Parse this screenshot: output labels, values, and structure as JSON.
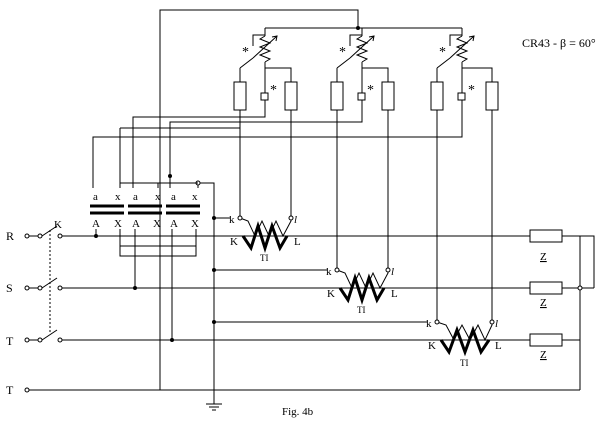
{
  "title_text": "CR43 - β = 60°",
  "caption": "Fig. 4b",
  "phases": {
    "R": "R",
    "S": "S",
    "T": "T",
    "T_bottom": "T"
  },
  "switch_label": "K",
  "transformer": {
    "top_labels": [
      "a",
      "x",
      "a",
      "x",
      "a",
      "x"
    ],
    "bottom_labels": [
      "A",
      "X",
      "A",
      "X",
      "A",
      "X"
    ]
  },
  "current_transformers": [
    {
      "k": "k",
      "l": "l",
      "K": "K",
      "L": "L",
      "name": "TI"
    },
    {
      "k": "k",
      "l": "l",
      "K": "K",
      "L": "L",
      "name": "TI"
    },
    {
      "k": "k",
      "l": "l",
      "K": "K",
      "L": "L",
      "name": "TI"
    }
  ],
  "loads": [
    "Z",
    "Z",
    "Z"
  ],
  "star_marks": [
    "*",
    "*",
    "*",
    "*",
    "*",
    "*"
  ]
}
